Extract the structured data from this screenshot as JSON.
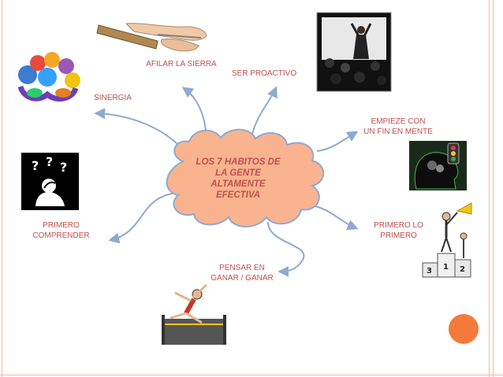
{
  "center": {
    "title": "LOS 7 HABITOS DE\nLA GENTE\nALTAMENTE\nEFECTIVA"
  },
  "habits": [
    {
      "id": "afilar",
      "label": "AFILAR LA SIERRA",
      "icon": "saw-sharpening-icon"
    },
    {
      "id": "proactivo",
      "label": "SER PROACTIVO",
      "icon": "presenter-audience-icon"
    },
    {
      "id": "sinergia",
      "label": "SINERGIA",
      "icon": "team-circle-icon"
    },
    {
      "id": "empieze",
      "label": "EMPIEZE CON\nUN FIN EN MENTE",
      "icon": "head-traffic-light-icon"
    },
    {
      "id": "comprender",
      "label": "PRIMERO\nCOMPRENDER",
      "icon": "thinking-question-icon"
    },
    {
      "id": "primero",
      "label": "PRIMERO LO\nPRIMERO",
      "icon": "podium-winner-icon"
    },
    {
      "id": "ganar",
      "label": "PENSAR EN\nGANAR /  GANAR",
      "icon": "runner-finish-line-icon"
    }
  ],
  "colors": {
    "text": "#c0504d",
    "cloud_fill": "#f9b38f",
    "cloud_stroke": "#8fa9d1",
    "arrow": "#8fa9d1",
    "frame": "#f2b8a8",
    "orange_dot": "#f37a3b"
  }
}
